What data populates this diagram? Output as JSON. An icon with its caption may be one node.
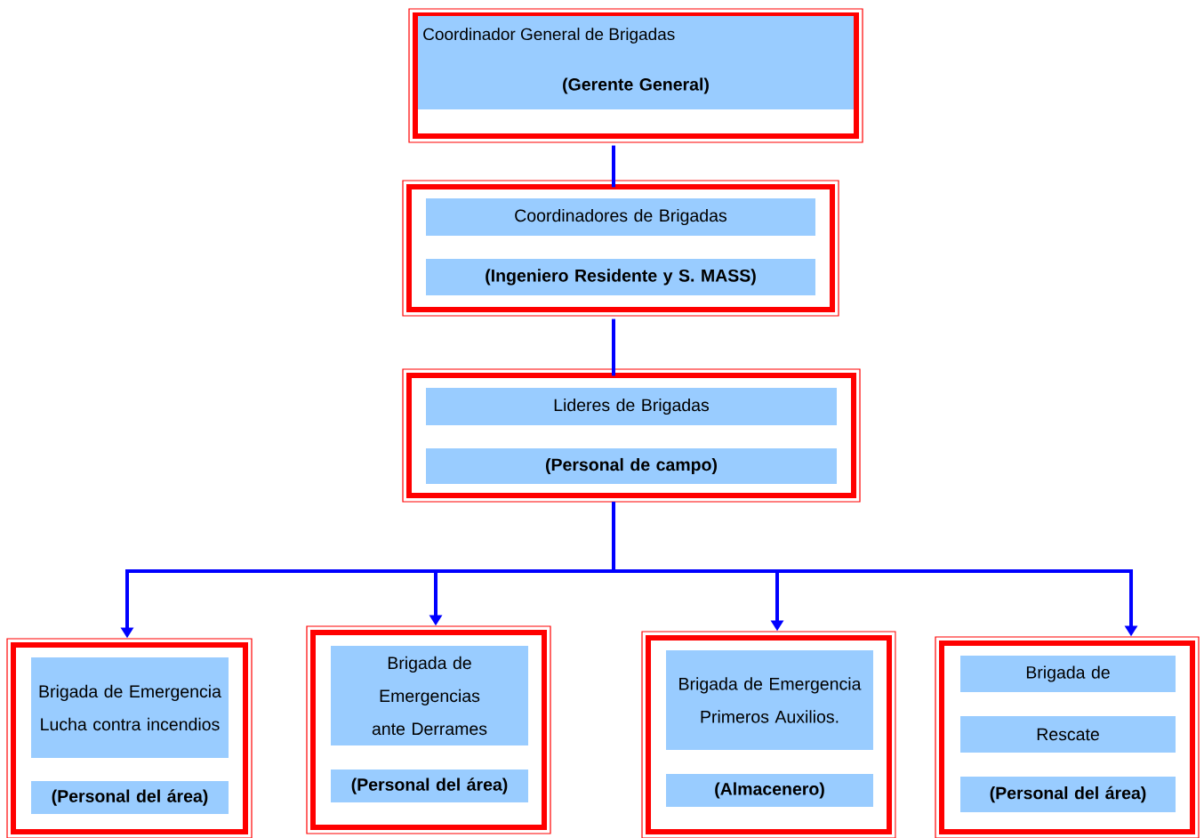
{
  "diagram": {
    "nodes": [
      {
        "text": [
          "Coordinador General de Brigadas",
          "(Gerente General)"
        ]
      },
      {
        "text": [
          "Coordinadores de Brigadas",
          "(Ingeniero Residente y S. MASS)"
        ]
      },
      {
        "text": [
          "Lideres de Brigadas",
          "(Personal de campo)"
        ]
      },
      {
        "text": [
          "Brigada de Emergencia Lucha contra incendios",
          "(Personal del área)"
        ]
      },
      {
        "text": [
          "Brigada de Emergencias ante Derrames",
          "(Personal del área)"
        ]
      },
      {
        "text": [
          "Brigada de Emergencia Primeros Auxilios.",
          "(Almacenero)"
        ]
      },
      {
        "text": [
          "Brigada de",
          "Rescate",
          "(Personal del área)"
        ]
      }
    ],
    "edges": [
      {
        "from": 0,
        "to": 1,
        "arrow": "none"
      },
      {
        "from": 1,
        "to": 2,
        "arrow": "none"
      },
      {
        "from": 2,
        "to": 3,
        "arrow": "to"
      },
      {
        "from": 2,
        "to": 4,
        "arrow": "to"
      },
      {
        "from": 2,
        "to": 5,
        "arrow": "to"
      },
      {
        "from": 2,
        "to": 6,
        "arrow": "to"
      }
    ]
  }
}
